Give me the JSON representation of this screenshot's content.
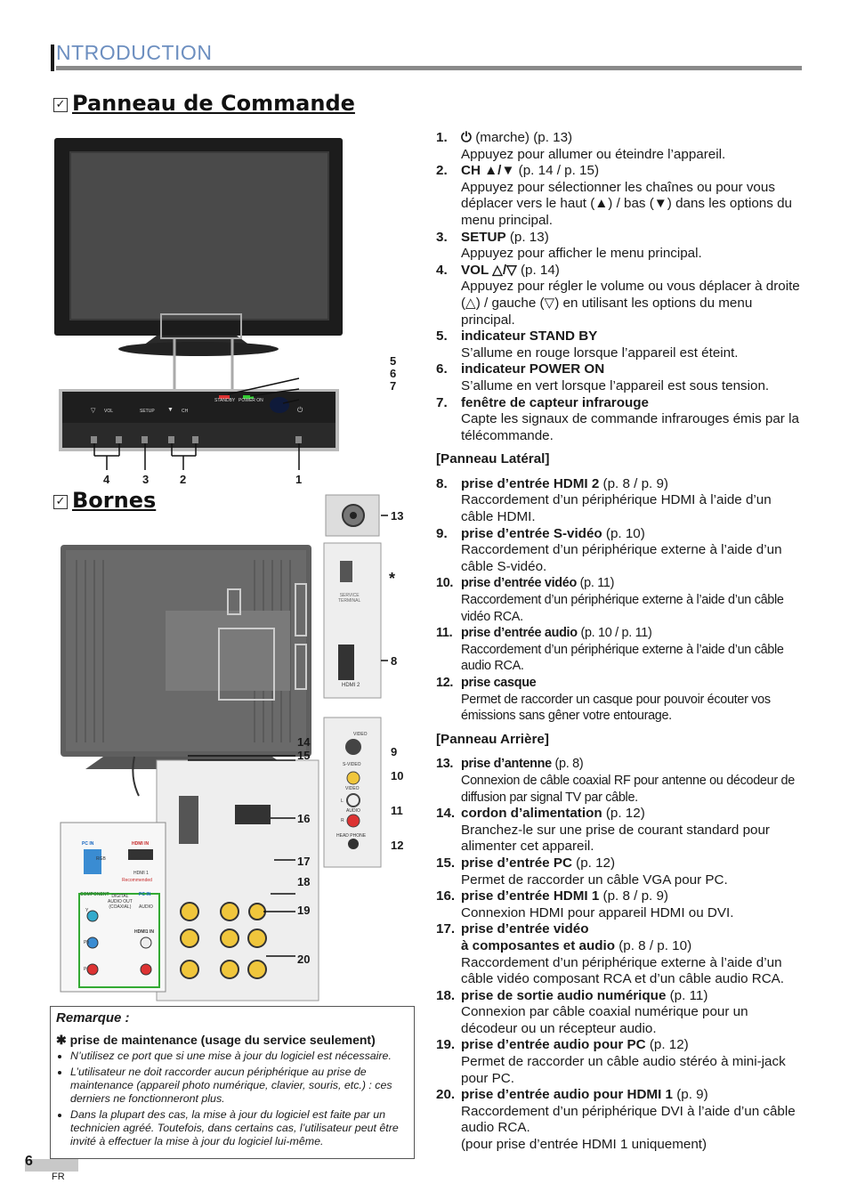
{
  "header": {
    "title": "NTRODUCTION"
  },
  "panel_section": {
    "check": "✓",
    "title": "Panneau de Commande"
  },
  "bornes_section": {
    "check": "✓",
    "title": "Bornes"
  },
  "panel_labels": {
    "standby": "STANDBY",
    "power_on": "POWER ON",
    "vol": "VOL",
    "setup": "SETUP",
    "ch": "CH"
  },
  "panel_callouts": {
    "c5": "5",
    "c6": "6",
    "c7": "7",
    "c4": "4",
    "c3": "3",
    "c2": "2",
    "c1": "1"
  },
  "bornes_callouts": {
    "c13": "13",
    "cstar": "*",
    "c8": "8",
    "c14": "14",
    "c15": "15",
    "c9": "9",
    "c10": "10",
    "c11": "11",
    "c12": "12",
    "c16": "16",
    "c17": "17",
    "c18": "18",
    "c19": "19",
    "c20": "20"
  },
  "jack_labels": {
    "service": "SERVICE\nTERMINAL",
    "hdmi2": "HDMI 2",
    "video_top": "VIDEO",
    "svideo": "S-VIDEO",
    "video": "VIDEO",
    "audio": "AUDIO",
    "headphone": "HEAD PHONE",
    "l": "L",
    "r": "R",
    "pc_in": "PC IN",
    "rgb": "RGB",
    "hdmi_in": "HDMI IN",
    "hdmi1": "HDMI 1",
    "recommended": "Recommended",
    "component": "COMPONENT",
    "digital_audio_out": "DIGITAL\nAUDIO OUT\n(COAXIAL)",
    "pc_in2": "PC IN",
    "audio2": "AUDIO",
    "hdmi1_in": "HDMI1 IN",
    "y": "Y",
    "pb": "Pb",
    "pr": "Pr"
  },
  "items": [
    {
      "n": "1.",
      "label": "⏻",
      "ref": " (marche) (p. 13)",
      "desc": "Appuyez pour allumer ou éteindre l’appareil."
    },
    {
      "n": "2.",
      "label": "CH ▲/▼",
      "ref": " (p. 14 / p. 15)",
      "desc": "Appuyez pour sélectionner les chaînes ou pour vous déplacer vers le haut (▲) / bas (▼) dans les options du menu principal."
    },
    {
      "n": "3.",
      "label": "SETUP",
      "ref": " (p. 13)",
      "desc": "Appuyez pour afficher le menu principal."
    },
    {
      "n": "4.",
      "label": "VOL △/▽",
      "ref": " (p. 14)",
      "desc": "Appuyez pour régler le volume ou vous déplacer à droite (△) / gauche (▽) en utilisant les options du menu principal."
    },
    {
      "n": "5.",
      "label": "indicateur STAND BY",
      "ref": "",
      "desc": "S’allume en rouge lorsque l’appareil est éteint."
    },
    {
      "n": "6.",
      "label": "indicateur POWER ON",
      "ref": "",
      "desc": "S’allume en vert lorsque l’appareil est sous tension."
    },
    {
      "n": "7.",
      "label": "fenêtre de capteur infrarouge",
      "ref": "",
      "desc": "Capte les signaux de commande infrarouges émis par la télécommande."
    }
  ],
  "lateral_title": "[Panneau Latéral]",
  "lateral_items": [
    {
      "n": "8.",
      "label": "prise d’entrée HDMI 2",
      "ref": " (p. 8 / p. 9)",
      "desc": "Raccordement d’un périphérique HDMI à l’aide d’un câble HDMI."
    },
    {
      "n": "9.",
      "label": "prise d’entrée S-vidéo",
      "ref": " (p. 10)",
      "desc": "Raccordement d’un périphérique externe à l’aide d’un câble S-vidéo."
    },
    {
      "n": "10.",
      "label": "prise d’entrée vidéo",
      "ref": " (p. 11)",
      "desc": "Raccordement d’un périphérique externe à l’aide d’un câble vidéo RCA."
    },
    {
      "n": "11.",
      "label": "prise d’entrée audio",
      "ref": " (p. 10 / p. 11)",
      "desc": "Raccordement d’un périphérique externe à l’aide d’un câble audio RCA."
    },
    {
      "n": "12.",
      "label": "prise casque",
      "ref": "",
      "desc": "Permet de raccorder un casque pour pouvoir écouter vos émissions sans gêner votre entourage."
    }
  ],
  "rear_title": "[Panneau Arrière]",
  "rear_items": [
    {
      "n": "13.",
      "label": "prise d’antenne",
      "ref": " (p. 8)",
      "desc": "Connexion de câble coaxial RF pour antenne ou décodeur de diffusion par signal TV par câble."
    },
    {
      "n": "14.",
      "label": "cordon d’alimentation",
      "ref": " (p. 12)",
      "desc": "Branchez-le sur une prise de courant standard pour alimenter cet appareil."
    },
    {
      "n": "15.",
      "label": "prise d’entrée PC",
      "ref": " (p. 12)",
      "desc": "Permet de raccorder un câble VGA pour PC."
    },
    {
      "n": "16.",
      "label": "prise d’entrée HDMI 1",
      "ref": " (p. 8 / p. 9)",
      "desc": "Connexion HDMI pour appareil HDMI ou DVI."
    },
    {
      "n": "17.",
      "label": "prise d’entrée vidéo\nà composantes et audio",
      "ref": " (p. 8 / p. 10)",
      "desc": "Raccordement d’un périphérique externe à l’aide d’un câble vidéo composant RCA et d’un câble audio RCA."
    },
    {
      "n": "18.",
      "label": "prise de sortie audio numérique",
      "ref": " (p. 11)",
      "desc": "Connexion par câble coaxial numérique pour un décodeur ou un récepteur audio."
    },
    {
      "n": "19.",
      "label": "prise d’entrée audio pour PC",
      "ref": " (p. 12)",
      "desc": "Permet de raccorder un câble audio stéréo à mini-jack pour PC."
    },
    {
      "n": "20.",
      "label": "prise d’entrée audio pour HDMI 1",
      "ref": " (p. 9)",
      "desc": "Raccordement d’un périphérique DVI à l’aide d’un câble audio RCA.\n(pour prise d’entrée HDMI 1 uniquement)"
    }
  ],
  "remarque": {
    "title": "Remarque :",
    "head": "✱ prise de maintenance (usage du service seulement)",
    "bullets": [
      "N’utilisez ce port que si une mise à jour du logiciel est nécessaire.",
      "L’utilisateur ne doit raccorder aucun périphérique au prise de maintenance (appareil photo numérique, clavier, souris, etc.) : ces derniers ne fonctionneront plus.",
      "Dans la plupart des cas, la mise à jour du logiciel est faite par un technicien agréé. Toutefois, dans certains cas, l’utilisateur peut être invité à effectuer la mise à jour du logiciel lui-même."
    ]
  },
  "footer": {
    "page": "6",
    "lang": "FR"
  }
}
